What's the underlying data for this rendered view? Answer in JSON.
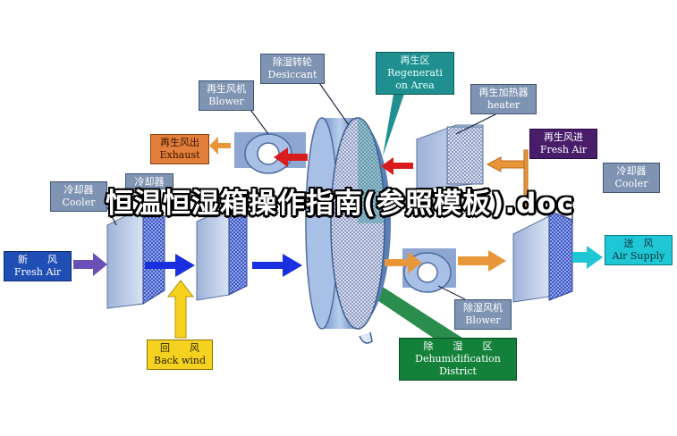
{
  "title": "恒温恒湿箱操作指南(参照模板).doc",
  "labels": {
    "desiccant": {
      "cn": "除湿转轮",
      "en": "Desiccant"
    },
    "regeneration_area": {
      "cn": "再生区",
      "en1": "Regenerati",
      "en2": "on Area"
    },
    "regen_blower": {
      "cn": "再生风机",
      "en": "Blower"
    },
    "regen_heater": {
      "cn": "再生加热器",
      "en": "heater"
    },
    "regen_exhaust": {
      "cn": "再生风出",
      "en": "Exhaust"
    },
    "regen_fresh_air": {
      "cn": "再生风进",
      "en": "Fresh Air"
    },
    "cooler_left": {
      "cn": "冷却器",
      "en": "Cooler"
    },
    "cooler_second": {
      "cn": "冷却器"
    },
    "cooler_right": {
      "cn": "冷却器",
      "en": "Cooler"
    },
    "fresh_air": {
      "cn": "新　　风",
      "en": "Fresh Air"
    },
    "back_wind": {
      "cn": "回　　风",
      "en": "Back wind"
    },
    "air_supply": {
      "cn": "送　风",
      "en": "Air Supply"
    },
    "dehum_blower": {
      "cn": "除湿风机",
      "en": "Blower"
    },
    "dehum_district": {
      "cn": "除　　湿　　区",
      "en1": "Dehumidification",
      "en2": "District"
    }
  },
  "colors": {
    "steel": "#7f93b2",
    "teal": "#1f8f8f",
    "orange": "#e27f3a",
    "purple": "#4a1d6b",
    "blue_label": "#1f4fb4",
    "cyan": "#1fc6d6",
    "yellow": "#f4d21f",
    "green": "#14813a",
    "arrow_blue": "#1a2fe0",
    "arrow_red": "#d81c1c",
    "arrow_orange": "#e8963a",
    "arrow_purple": "#6a4fb8"
  }
}
